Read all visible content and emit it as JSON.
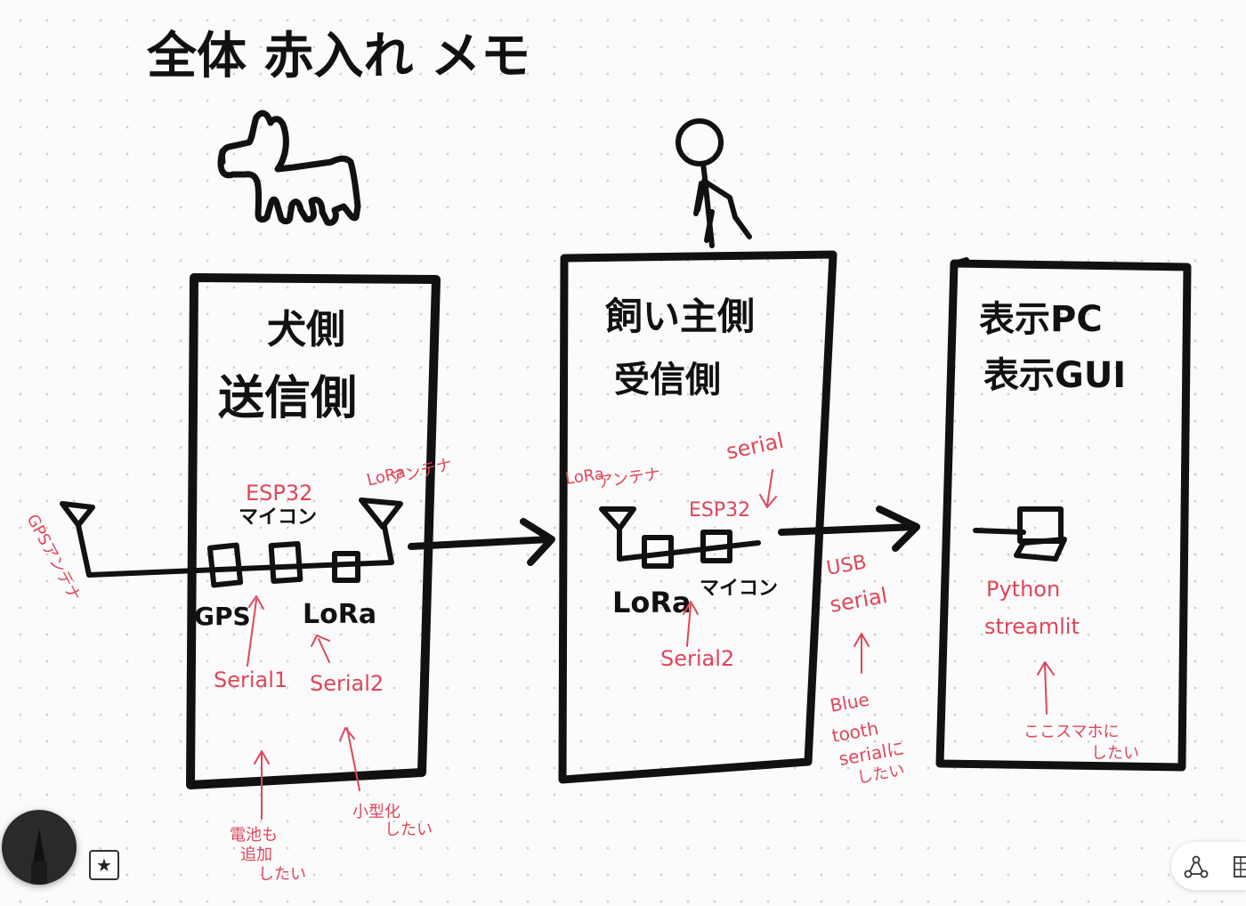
{
  "title": "全体 赤入れ メモ",
  "blocks": [
    {
      "id": "dog",
      "heading": [
        "犬側",
        "送信側"
      ]
    },
    {
      "id": "owner",
      "heading": [
        "飼い主側",
        "受信側"
      ]
    },
    {
      "id": "pc",
      "heading": [
        "表示PC",
        "表示GUI"
      ]
    }
  ],
  "labels": {
    "gps": "GPS",
    "lora_dog": "LoRa",
    "lora_owner": "LoRa",
    "mcu_dog": "マイコン",
    "mcu_owner": "マイコン"
  },
  "notes": {
    "gps_antenna": "GPSアンテナ",
    "esp32_dog": "ESP32",
    "lora_antenna_dog": [
      "LoRa",
      "アンテナ"
    ],
    "serial1": "Serial1",
    "serial2_dog": "Serial2",
    "add_battery": [
      "電池も",
      "追加",
      "したい"
    ],
    "miniaturize": [
      "小型化",
      "したい"
    ],
    "lora_antenna_owner": [
      "LoRa",
      "アンテナ"
    ],
    "esp32_owner": "ESP32",
    "serial_owner": "serial",
    "serial2_owner": "Serial2",
    "usb_serial": [
      "USB",
      "serial"
    ],
    "bluetooth": [
      "Blue",
      "tooth",
      "serialに",
      "したい"
    ],
    "python": [
      "Python",
      "streamlit"
    ],
    "smartphone": [
      "ここスマホに",
      "したい"
    ]
  },
  "colors": {
    "ink": "#111111",
    "annotation": "#e0455a",
    "paper": "#fbfbfb",
    "grid_dot": "#cfcfcf"
  },
  "icons": {
    "pencil": "pencil-icon",
    "favorite": "star-icon",
    "shape": "shape-icon",
    "grid": "grid-icon"
  },
  "toolbar": {
    "favorite_glyph": "★"
  }
}
